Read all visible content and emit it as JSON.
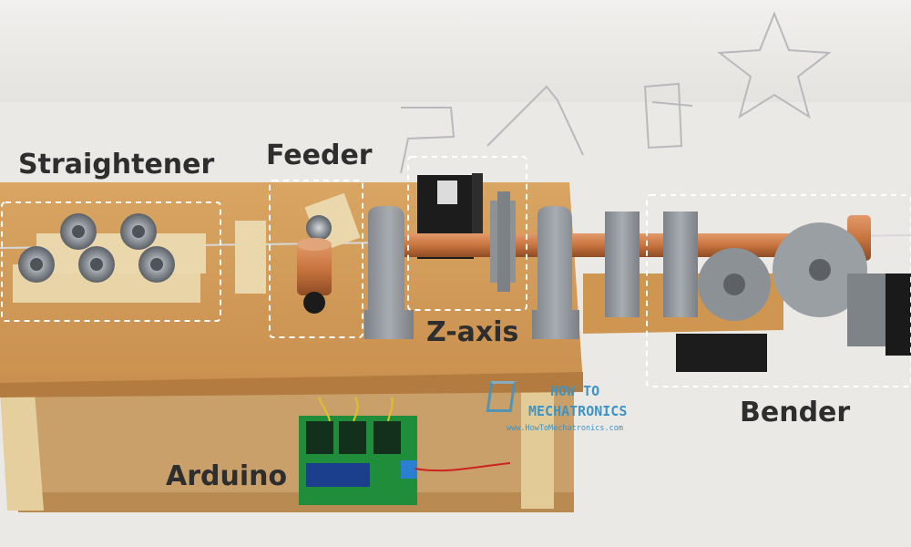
{
  "photo": {
    "subject": "diy-3d-wire-bending-machine",
    "labels": {
      "straightener": "Straightener",
      "feeder": "Feeder",
      "z_axis": "Z-axis",
      "bender": "Bender",
      "arduino": "Arduino"
    },
    "watermark": {
      "line1": "HOW TO",
      "line2": "MECHATRONICS",
      "url": "www.HowToMechatronics.com"
    },
    "colors": {
      "annotation_text": "#2e2e2e",
      "zone_outline": "#ffffff",
      "mdf_board": "#d39b57",
      "printed_parts": "#8f949a",
      "copper_tube": "#c8743f",
      "pcb": "#1f8d3a",
      "watermark": "#3d94c4"
    },
    "icons": [
      "dashed-zone-outline",
      "watermark-logo"
    ]
  }
}
